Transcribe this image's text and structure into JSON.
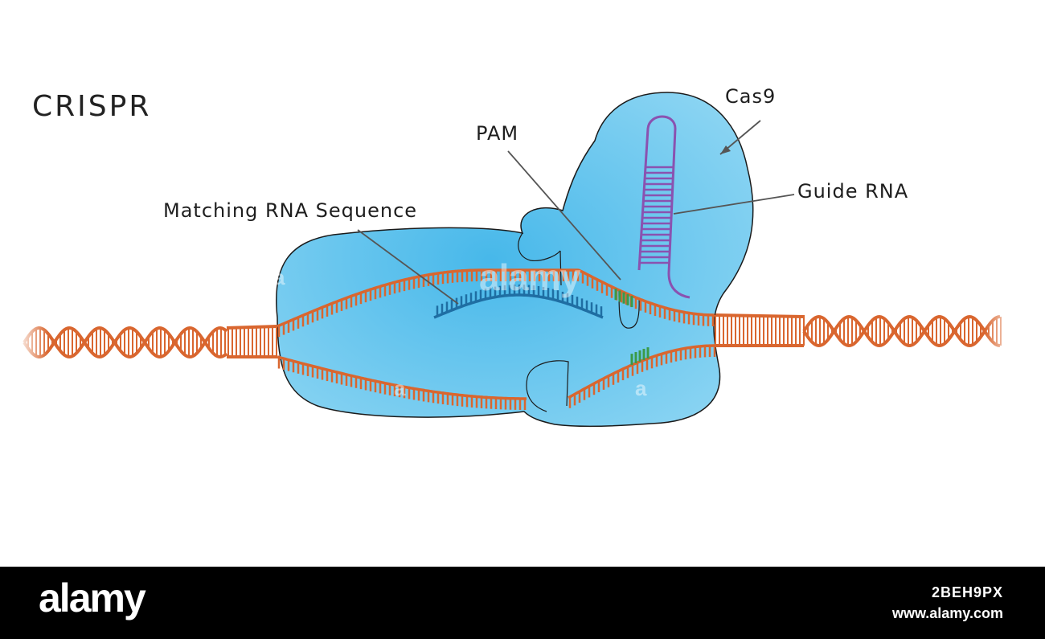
{
  "diagram": {
    "title": "CRISPR",
    "labels": {
      "cas9": "Cas9",
      "pam": "PAM",
      "guide_rna": "Guide RNA",
      "matching_rna": "Matching RNA Sequence"
    },
    "colors": {
      "background": "#ffffff",
      "protein_fill": "#55c2ec",
      "protein_outline": "#1a1a1a",
      "dna_strand": "#d9662f",
      "rna_match": "#1f6ea3",
      "pam": "#3a9a48",
      "guide_rna": "#8a52b0",
      "leader_line": "#555555"
    }
  },
  "watermark": {
    "text": "alamy",
    "letter": "a"
  },
  "footer": {
    "logo": "alamy",
    "image_id": "2BEH9PX",
    "url": "www.alamy.com"
  }
}
